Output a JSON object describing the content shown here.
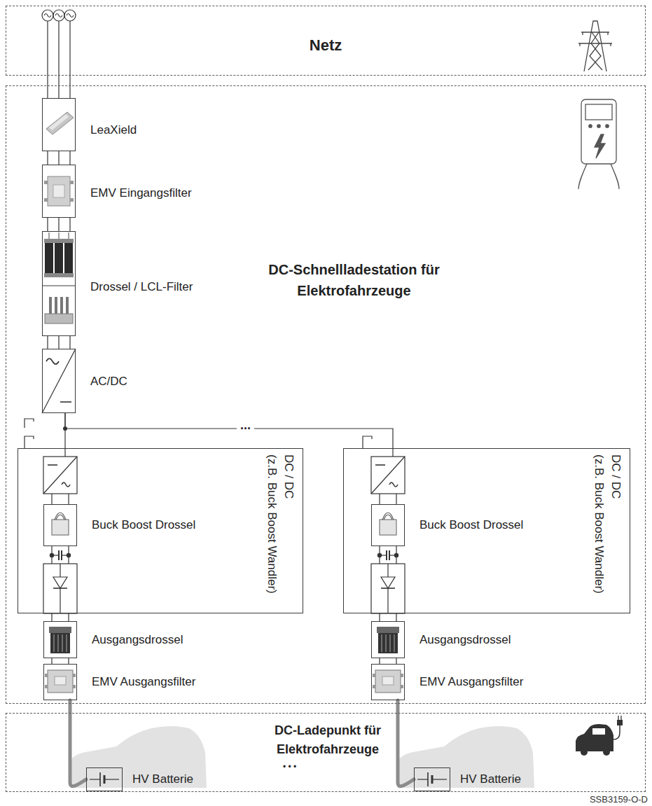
{
  "diagram": {
    "nodes": [
      {
        "text": [
          "Netz"
        ]
      },
      {
        "text": [
          "DC-Schnellladestation für Elektrofahrzeuge"
        ]
      },
      {
        "text": [
          "LeaXield"
        ],
        "in": 1
      },
      {
        "text": [
          "EMV Eingangsfilter"
        ],
        "in": 1
      },
      {
        "text": [
          "Drossel / LCL-Filter"
        ],
        "in": 1
      },
      {
        "text": [
          "AC/DC"
        ],
        "in": 1
      },
      {
        "text": [
          "DC / DC",
          "(z.B. Buck Boost Wandler)"
        ],
        "in": 1
      },
      {
        "text": [
          "Buck Boost Drossel"
        ],
        "in": 6
      },
      {
        "text": [
          "Ausgangsdrossel"
        ],
        "in": 1
      },
      {
        "text": [
          "EMV Ausgangsfilter"
        ],
        "in": 1
      },
      {
        "text": [
          "DC / DC",
          "(z.B. Buck Boost Wandler)"
        ],
        "in": 1
      },
      {
        "text": [
          "Buck Boost Drossel"
        ],
        "in": 10
      },
      {
        "text": [
          "Ausgangsdrossel"
        ],
        "in": 1
      },
      {
        "text": [
          "EMV Ausgangsfilter"
        ],
        "in": 1
      },
      {
        "text": [
          "DC-Ladepunkt für Elektrofahrzeuge"
        ]
      },
      {
        "text": [
          "HV Batterie"
        ],
        "in": 14
      },
      {
        "text": [
          "HV Batterie"
        ],
        "in": 14
      }
    ],
    "edges": [
      {
        "from": 0,
        "to": 2,
        "arrow": "none"
      },
      {
        "from": 2,
        "to": 3,
        "arrow": "none"
      },
      {
        "from": 3,
        "to": 4,
        "arrow": "none"
      },
      {
        "from": 4,
        "to": 5,
        "arrow": "none"
      },
      {
        "from": 5,
        "to": 6,
        "arrow": "none"
      },
      {
        "from": 5,
        "to": 10,
        "arrow": "none"
      },
      {
        "from": 6,
        "to": 8,
        "arrow": "none"
      },
      {
        "from": 8,
        "to": 9,
        "arrow": "none"
      },
      {
        "from": 10,
        "to": 12,
        "arrow": "none"
      },
      {
        "from": 12,
        "to": 13,
        "arrow": "none"
      },
      {
        "from": 9,
        "to": 15,
        "arrow": "none"
      },
      {
        "from": 13,
        "to": 16,
        "arrow": "none"
      }
    ],
    "labels": [
      "...",
      "• • •",
      "SSB3159-O-D"
    ]
  }
}
